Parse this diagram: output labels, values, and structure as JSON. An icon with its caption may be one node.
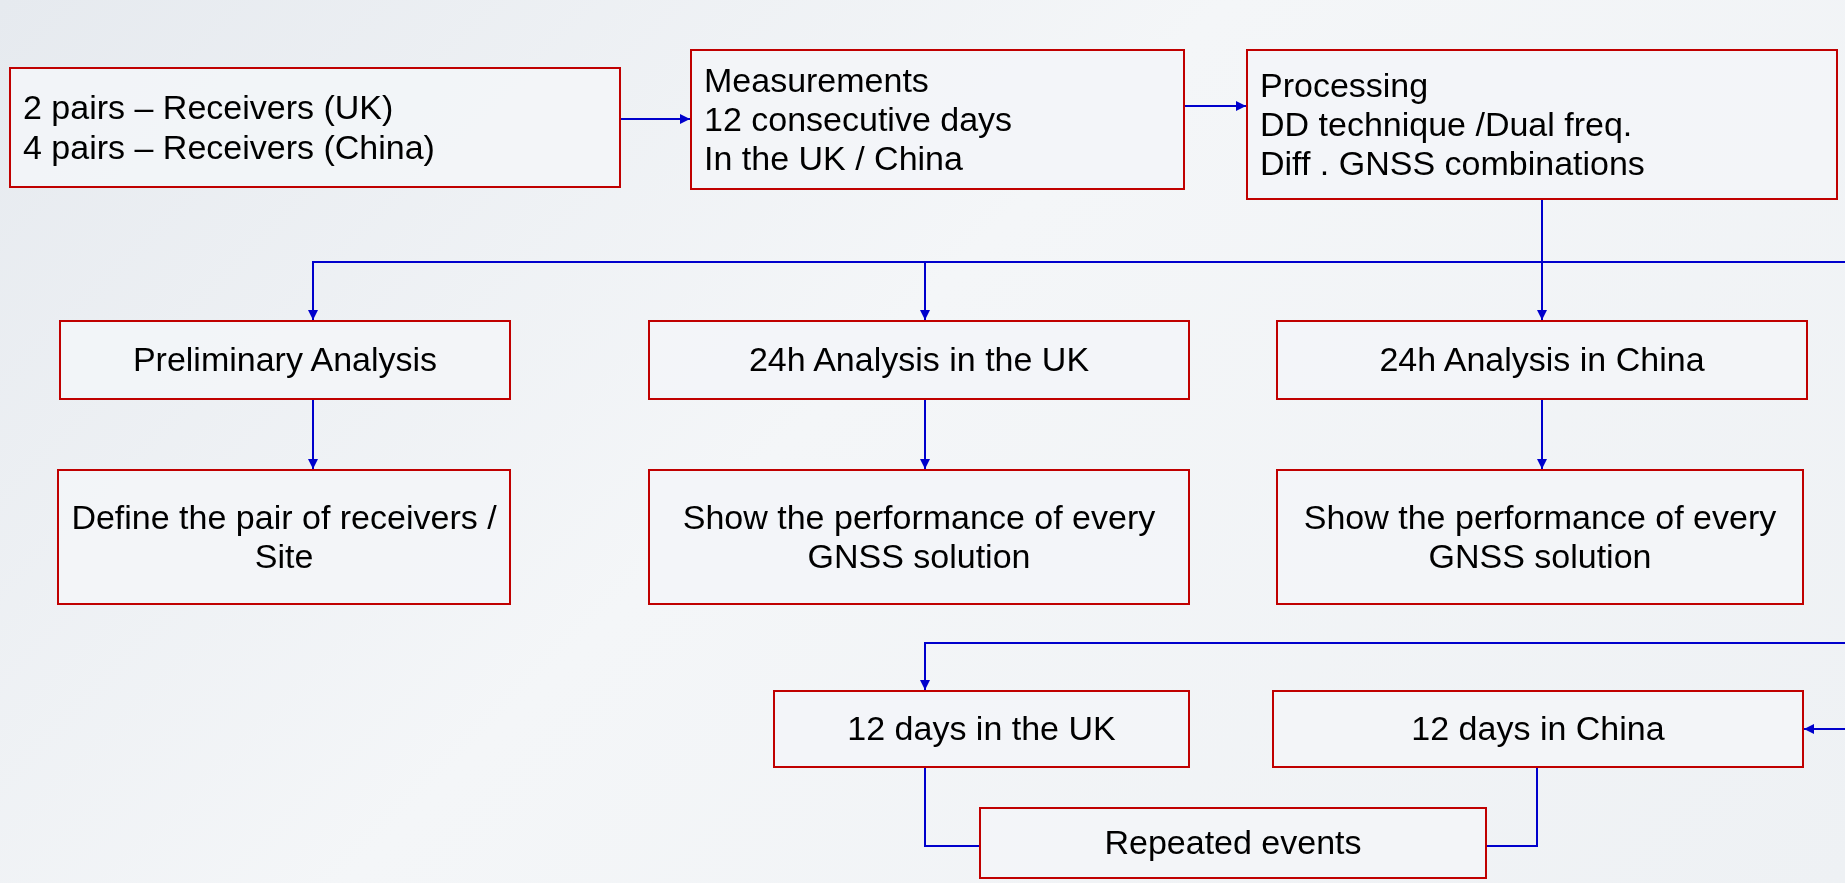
{
  "diagram": {
    "nodes": [
      {
        "text": [
          "2 pairs – Receivers (UK)",
          "4 pairs – Receivers (China)"
        ]
      },
      {
        "text": [
          "Measurements",
          "12 consecutive days",
          "In the UK / China"
        ]
      },
      {
        "text": [
          "Processing",
          "DD technique /Dual freq.",
          "Diff . GNSS combinations"
        ]
      },
      {
        "text": [
          "Preliminary Analysis"
        ]
      },
      {
        "text": [
          "24h Analysis in the UK"
        ]
      },
      {
        "text": [
          "24h Analysis in China"
        ]
      },
      {
        "text": [
          "Define the pair of receivers / Site"
        ]
      },
      {
        "text": [
          "Show the performance of every GNSS solution"
        ]
      },
      {
        "text": [
          "Show the performance of every GNSS solution"
        ]
      },
      {
        "text": [
          "12 days in the UK"
        ]
      },
      {
        "text": [
          "12 days in China"
        ]
      },
      {
        "text": [
          "Repeated events"
        ]
      }
    ],
    "edges": [
      {
        "from": 0,
        "to": 1,
        "arrow": "to"
      },
      {
        "from": 1,
        "to": 2,
        "arrow": "to"
      },
      {
        "from": 2,
        "to": 3,
        "arrow": "to"
      },
      {
        "from": 2,
        "to": 4,
        "arrow": "to"
      },
      {
        "from": 2,
        "to": 5,
        "arrow": "to"
      },
      {
        "from": 2,
        "to": null,
        "arrow": "none"
      },
      {
        "from": 3,
        "to": 6,
        "arrow": "to"
      },
      {
        "from": 4,
        "to": 7,
        "arrow": "to"
      },
      {
        "from": 5,
        "to": 8,
        "arrow": "to"
      },
      {
        "from": null,
        "to": 9,
        "arrow": "to"
      },
      {
        "from": null,
        "to": 10,
        "arrow": "to"
      },
      {
        "from": 9,
        "to": 11,
        "arrow": "none"
      },
      {
        "from": 10,
        "to": 11,
        "arrow": "none"
      }
    ]
  }
}
